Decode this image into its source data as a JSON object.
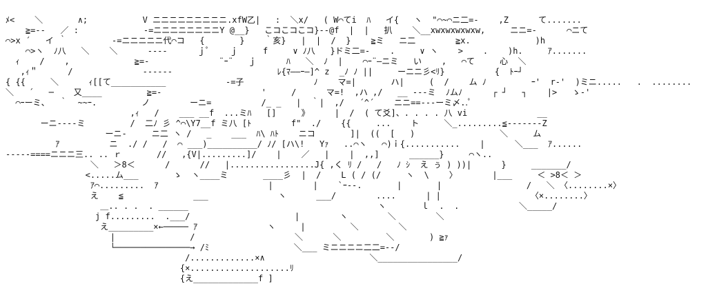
{
  "art": {
    "background": "#ffffff",
    "ink": "#111111",
    "lines": [
      "ﾒ<    ＼       ∧;           V ニニニニニニニニニ.xfW乙|   :  ＼x/   ( W⌒てi  ﾊ   イ{   ヽ  \"⌒~⌒ニ二=-    ,Z      て.......",
      "    ≧=--   ／ :             -=ニニニニニニニニY @__}   こコこコこコ}--@f  |  |   扒    ＼__xwxwxwxwxw,     ニニ=-      ⌒ニて",
      "⌒>x ´   イ ｀         -=ニニニニニ代⌒コ   {       }    ｀亥}   |  |  /  }    ≧ミ   ニ二        ≧x.             )h",
      "    ⌒>ヽ  ﾉ八   ＼    ＼      ----      ｊﾟ    ｊ     f     ∨ ﾉ八   }ドミ二=-    .     ∨ ヽ    >    .    )h.     ｱ.......",
      "  ｨ    /    ,             ≧=-              ¨ｰ¨   ｊ      ﾊ   ＼  ﾉ  |    ⌒ｰ¨―ニミ   い    ,   ⌒て     心  ＼",
      "   ,ｨ＂      /              ------                     ﾚ{ﾏ――ｰ―]^ z  _ﾉ ﾉ ||     ーニニ彡<ﾘ}          {  ﾄｰ┘",
      "{ {{     ＼      ｨ[[て___________            -=子              ﾉ    マ=|       ハ|     (  /    ム ﾉ         ｰ'  r-'  )ミニ.....   .  ........",
      "＼   ´   ─    又____         ≧=-                    '     /      マ=!  ,ハ ,/   __ ---ミ  ﾉムﾉ      ┌ ┘   ┐    |>   ゝ-'",
      "  ⌒ｰーミ、  ｀  ~~ｰ.         ノ        ーニ=          /_ _   |  ｀|  ,/   ´^´    ニニ==---ーミ〆..ﾟ",
      "                         ,ｨ   /    ___ __f  ...ミﾊ   []     》     |  /  ( て爻]、. . . . 八 vi              __",
      "       ーニ----ミ         /  二ﾉ 彡 ^⌒\\Y7__f ミ八 [ﾄ        f\"  ./    {{     ...    ト     ＼_.........≦-------Z",
      "                    ーニ-     ニ二 ヽ /   _    ___  ﾊ\\ ﾊﾄ    ニコ       ]|  ((  [   )                 ＼     ム",
      "          ｱ          ニ  ./ /   /  ⌒ ___)__________/ ﾉ/ [ハ\\!   Yｧ   ..⌒ヽ   ⌒)ｉ{...........    |      ＼___  ｱ......",
      "-----====ニニニ三.. .. ｒ       //   ,{V|.........]/    |    ／   |    |  ,,]      ______}     ⌒ヽ..",
      "                 ＼   ＞8＜      /      //   |.................J{ ,く ﾘ /   /   ﾉ ｼ  え ぅ ) ))|      }     _______/",
      "                <.....ム___       ゝ  ヽ____ミ       ____彡  |  /    L ( / (/     ヽ  \\    〉       |___     ＜ >8＜ ＞",
      "                 ｱ⌒.........  ｱ                      |        |    `ｰ--.       |       |                 /   ＼ 〈........×〉",
      "                 え    ≦              ___              ヽ      ___/        ....      | |                  〈×........〉",
      "                   ＿.. . .  . ______                                      ヽ       ｌ  .  .            ＼_____/",
      "                  j f.........  .___/                     |        ヽ        ＼        ＼",
      "                   え_________×←───── ｱ              ヽ     |         ＼        ＼",
      "                     |               /                    ＼      ＼         ＼       ) ≧ｧ",
      "                     └───────────────→ /ﾐ                 ＼___ ミニニニニ二二=--/",
      "                                    /.............×∧                     ＼________________/",
      "                                   {×....................ﾘ",
      "                                   {え_____________f ]"
    ]
  }
}
